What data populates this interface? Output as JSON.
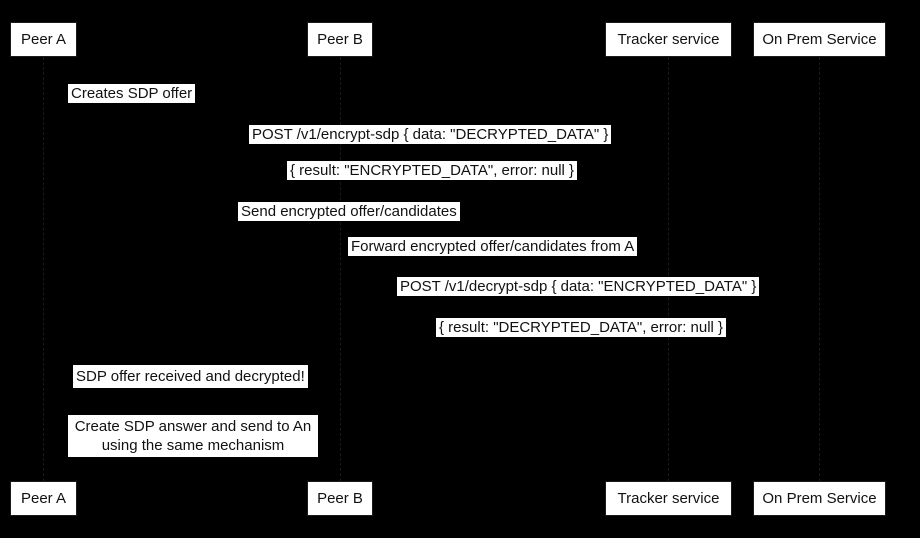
{
  "diagram": {
    "type": "sequence-diagram",
    "background_color": "#000000",
    "label_background": "#ffffff",
    "text_color": "#111111"
  },
  "participants": [
    {
      "name": "Peer A"
    },
    {
      "name": "Peer B"
    },
    {
      "name": "Tracker service"
    },
    {
      "name": "On Prem Service"
    }
  ],
  "messages": [
    {
      "text": "Creates SDP offer"
    },
    {
      "text": "POST /v1/encrypt-sdp { data: \"DECRYPTED_DATA\" }"
    },
    {
      "text": "{ result: \"ENCRYPTED_DATA\", error: null }"
    },
    {
      "text": "Send encrypted offer/candidates"
    },
    {
      "text": "Forward encrypted offer/candidates from A"
    },
    {
      "text": "POST /v1/decrypt-sdp { data: \"ENCRYPTED_DATA\" }"
    },
    {
      "text": "{ result: \"DECRYPTED_DATA\", error: null }"
    },
    {
      "text": "SDP offer received and decrypted!"
    },
    {
      "text": "Create SDP answer and send to An using the same mechanism"
    }
  ]
}
